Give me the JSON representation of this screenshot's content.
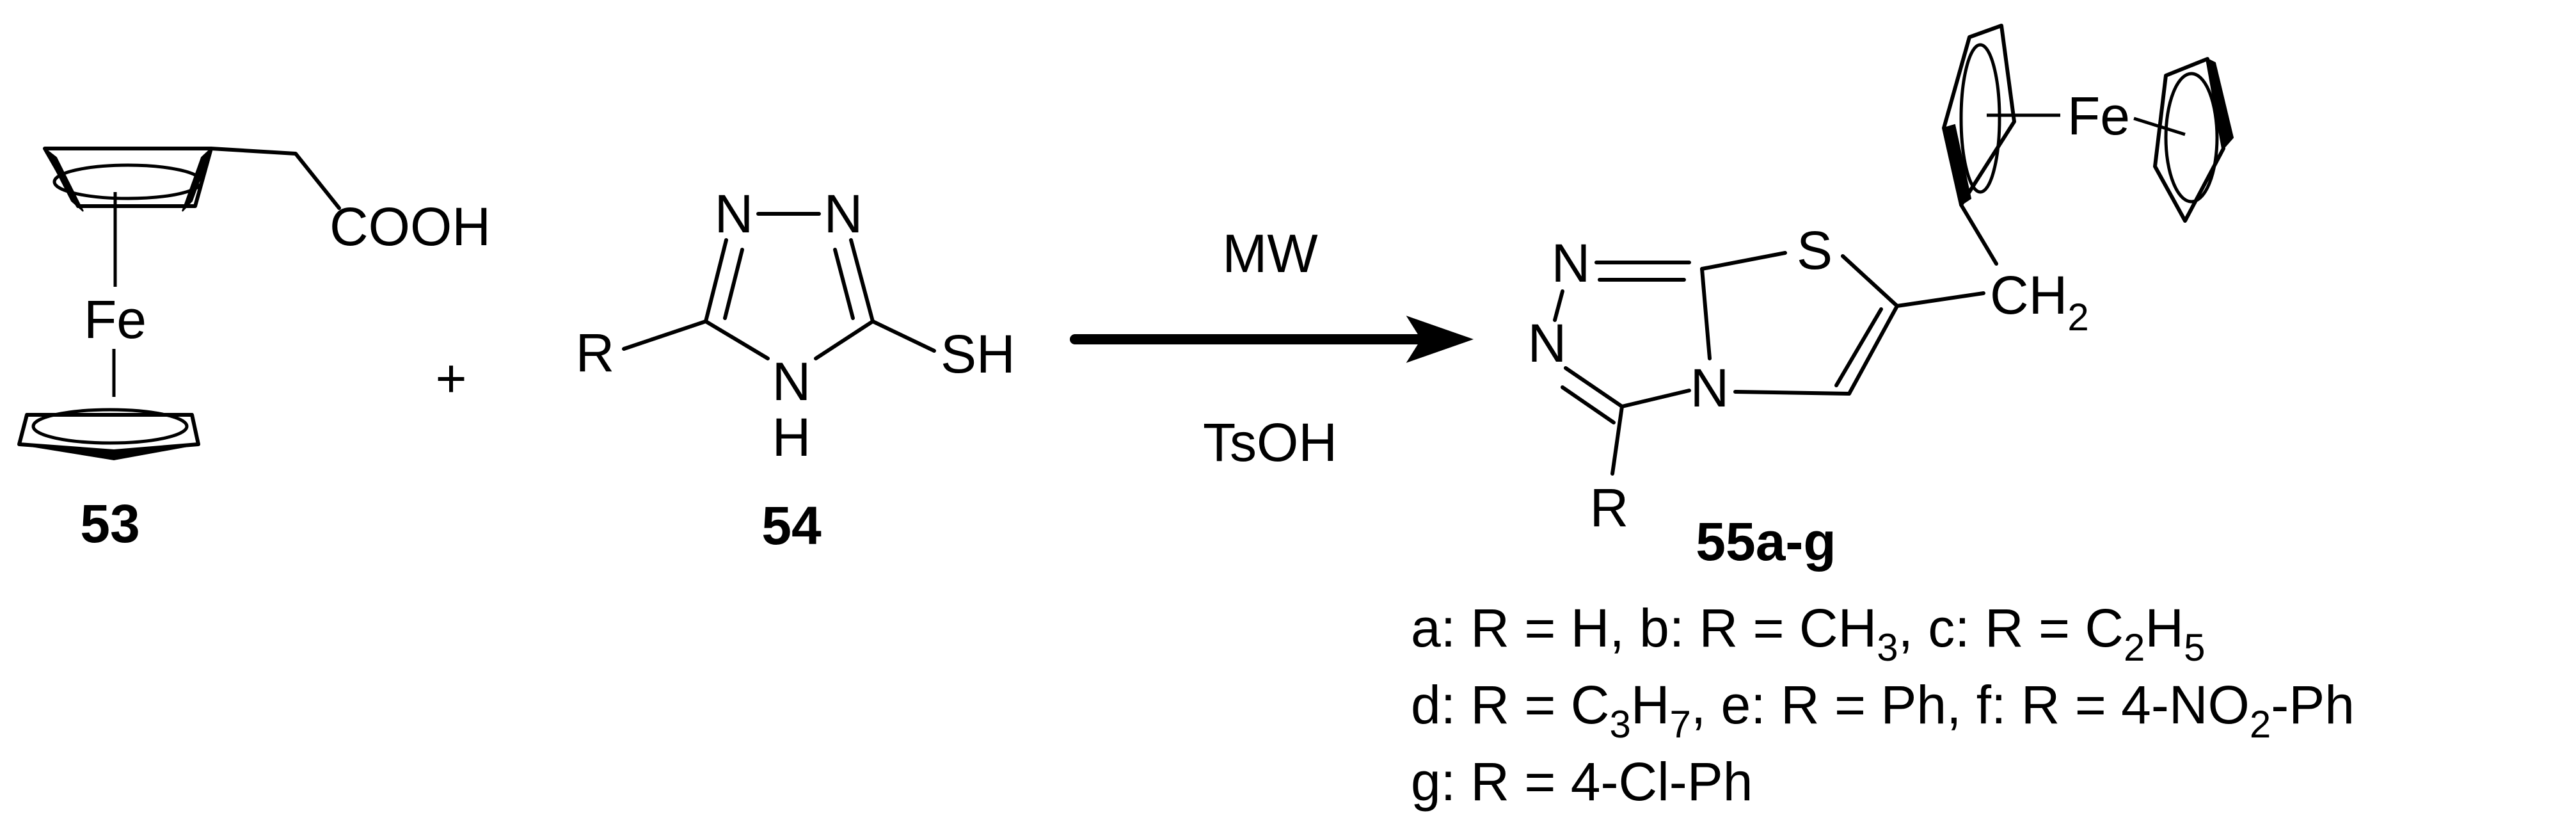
{
  "reactant_1": {
    "label": "53",
    "fe": "Fe",
    "cooh": "COOH"
  },
  "plus": "+",
  "reactant_2": {
    "label": "54",
    "n1": "N",
    "n2": "N",
    "sh": "SH",
    "nh_n": "N",
    "nh_h": "H",
    "r": "R"
  },
  "arrow": {
    "above": "MW",
    "below": "TsOH"
  },
  "product": {
    "label": "55a-g",
    "n_top": "N",
    "n_left": "N",
    "n_bridge": "N",
    "s": "S",
    "ch2_main": "CH",
    "ch2_sub": "2",
    "fe": "Fe",
    "r": "R"
  },
  "legend": {
    "line1": [
      {
        "t": "a: R = H, b: R = CH"
      },
      {
        "t": "3",
        "sub": true
      },
      {
        "t": ", c: R = C"
      },
      {
        "t": "2",
        "sub": true
      },
      {
        "t": "H"
      },
      {
        "t": "5",
        "sub": true
      }
    ],
    "line2": [
      {
        "t": "d: R = C"
      },
      {
        "t": "3",
        "sub": true
      },
      {
        "t": "H"
      },
      {
        "t": "7",
        "sub": true
      },
      {
        "t": ", e: R = Ph, f:  R = 4-NO"
      },
      {
        "t": "2",
        "sub": true
      },
      {
        "t": "-Ph"
      }
    ],
    "line3": [
      {
        "t": "g: R = 4-Cl-Ph"
      }
    ]
  }
}
